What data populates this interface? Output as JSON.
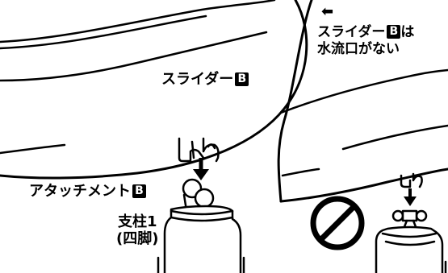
{
  "labels": {
    "slider_main_text": "スライダー",
    "slider_main_box": "B",
    "attachment_text": "アタッチメント",
    "attachment_box": "B",
    "pillar_line1": "支柱1",
    "pillar_line2": "(四脚)",
    "note_arrow": "⬅",
    "note_line1_text": "スライダー",
    "note_line1_box": "B",
    "note_line1_suffix": "は",
    "note_line2": "水流口がない"
  },
  "colors": {
    "line": "#000000",
    "fill": "#ffffff"
  },
  "icons": {
    "prohibited": "prohibited-icon",
    "arrow_down": "arrow-down-icon",
    "arrow_left": "arrow-left-icon"
  }
}
